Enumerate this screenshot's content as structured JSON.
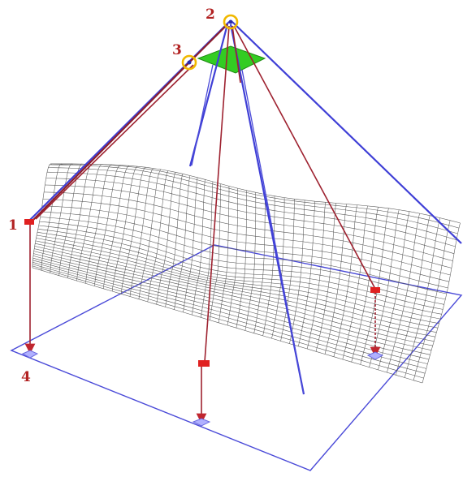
{
  "labels": {
    "point1": "1",
    "point2": "2",
    "point3": "3",
    "point4": "4"
  },
  "colors": {
    "image_plane": "#33cc22",
    "projection_lines": "#3f3fd6",
    "sample_rays": "#9e2230",
    "highlight_rings": "#f0b800",
    "markers": "#e02020",
    "ground_markers": "#b0b0ff"
  }
}
